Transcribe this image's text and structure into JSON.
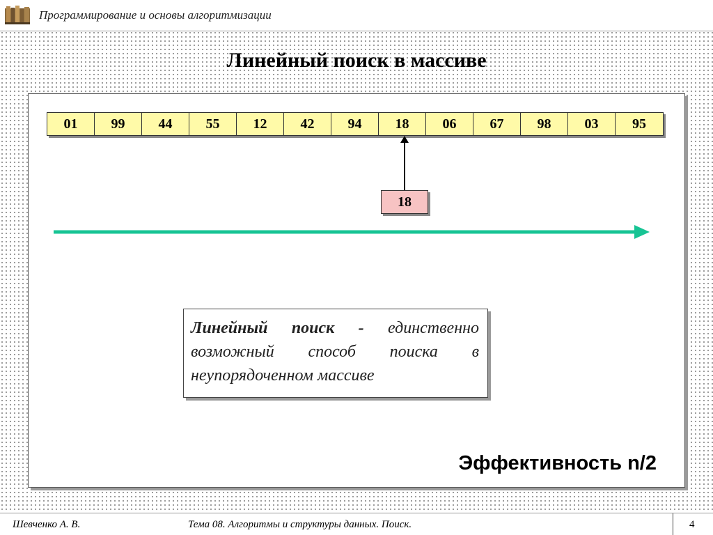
{
  "header": {
    "course_title": "Программирование и основы алгоритмизации"
  },
  "slide": {
    "title": "Линейный поиск в массиве",
    "array": [
      "01",
      "99",
      "44",
      "55",
      "12",
      "42",
      "94",
      "18",
      "06",
      "67",
      "98",
      "03",
      "95"
    ],
    "search_key": "18",
    "definition": {
      "term": "Линейный поиск -",
      "text": " единственно возможный способ поиска в неупорядоченном массиве"
    },
    "efficiency": "Эффективность n/2"
  },
  "colors": {
    "cell_fill": "#fffaa8",
    "key_fill": "#f7c3c3",
    "arrow": "#17c494"
  },
  "footer": {
    "author": "Шевченко А. В.",
    "topic": "Тема 08. Алгоритмы и структуры данных. Поиск.",
    "page": "4"
  }
}
